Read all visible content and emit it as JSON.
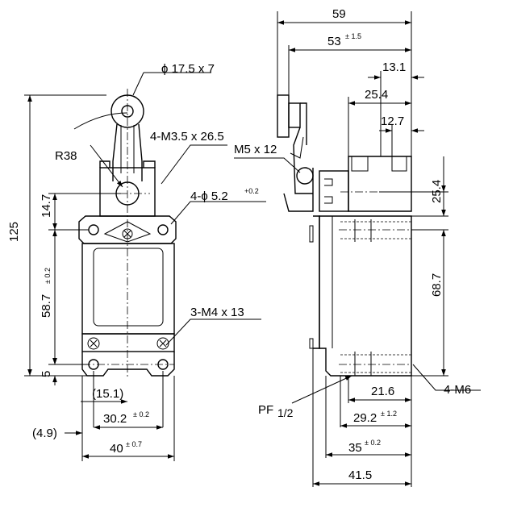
{
  "front": {
    "roller": "ϕ 17.5 x 7",
    "radius": "R38",
    "screw": "4-M3.5 x 26.5",
    "holes_main": "4-ϕ 5.2",
    "holes_tol": "+0.2",
    "v_14_7": "14.7",
    "v_125": "125",
    "v_58_7": "58.7",
    "v_58_7_tol": "± 0.2",
    "v_5": "5",
    "cover_screw": "3-M4 x 13",
    "h_15_1": "(15.1)",
    "h_30_2": "30.2",
    "h_30_2_tol": "± 0.2",
    "h_4_9": "(4.9)",
    "h_40": "40",
    "h_40_tol": "± 0.7"
  },
  "side": {
    "w_59": "59",
    "w_53": "53",
    "w_53_tol": "± 1.5",
    "w_13_1": "13.1",
    "w_25_4": "25.4",
    "w_12_7": "12.7",
    "m5": "M5 x 12",
    "v_25_4": "25.4",
    "v_68_7": "68.7",
    "m6": "4-M6",
    "pf_main": "PF",
    "pf_frac": "1/2",
    "w_21_6": "21.6",
    "w_29_2": "29.2",
    "w_29_2_tol": "± 1.2",
    "w_35": "35",
    "w_35_tol": "± 0.2",
    "w_41_5": "41.5"
  }
}
